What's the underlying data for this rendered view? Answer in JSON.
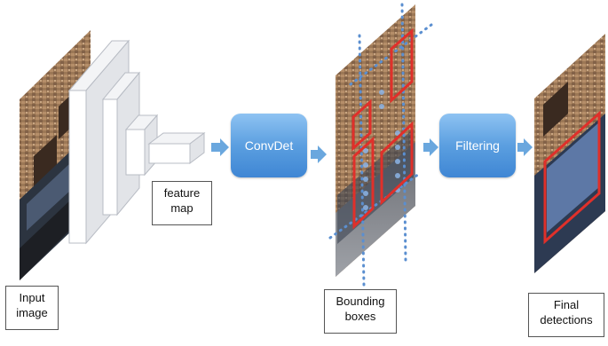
{
  "labels": {
    "input_line1": "Input",
    "input_line2": "image",
    "feature_line1": "feature",
    "feature_line2": "map",
    "bbox_line1": "Bounding",
    "bbox_line2": "boxes",
    "final_line1": "Final",
    "final_line2": "detections"
  },
  "stages": {
    "convdet": "ConvDet",
    "filtering": "Filtering"
  },
  "colors": {
    "stage_fill": "#5b9fe0",
    "arrow": "#6aa7de",
    "box_red": "#e0302a",
    "dotted_line": "#5b8fd0",
    "anchor_dot": "#8cb4e6"
  }
}
